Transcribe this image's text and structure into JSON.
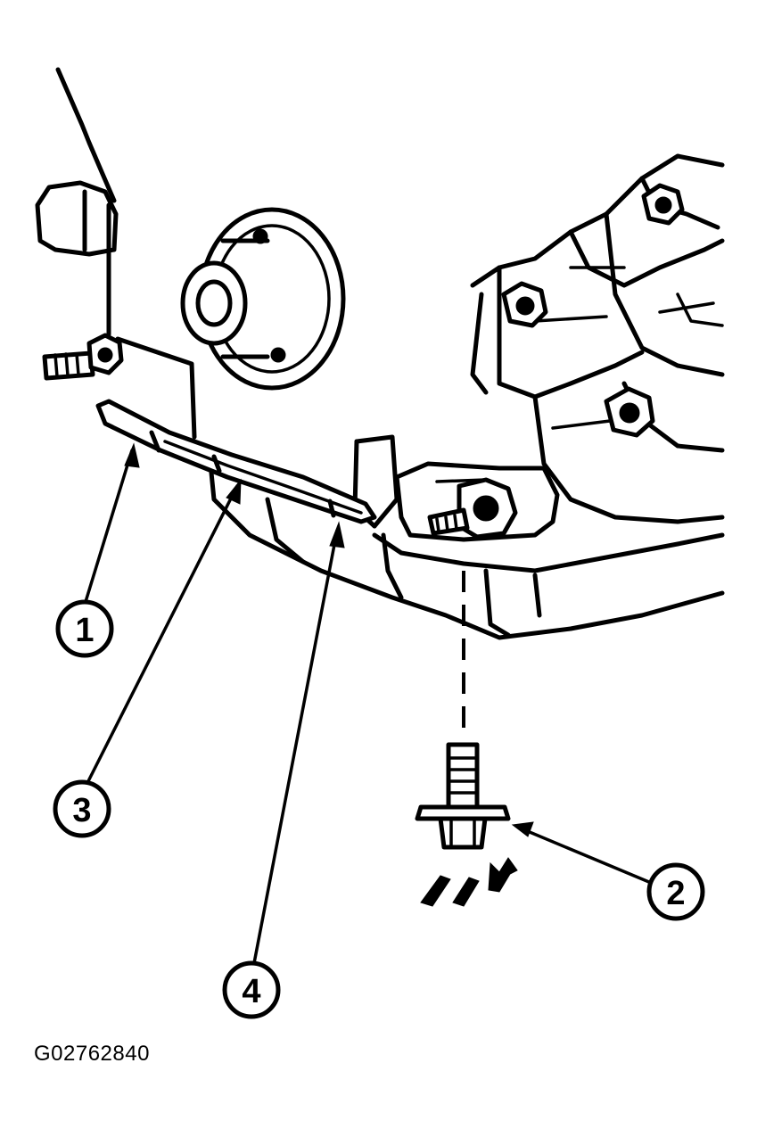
{
  "figure_id": "G02762840",
  "callouts": [
    {
      "label": "1"
    },
    {
      "label": "2"
    },
    {
      "label": "3"
    },
    {
      "label": "4"
    }
  ],
  "colors": {
    "ink": "#000000",
    "paper": "#ffffff"
  }
}
